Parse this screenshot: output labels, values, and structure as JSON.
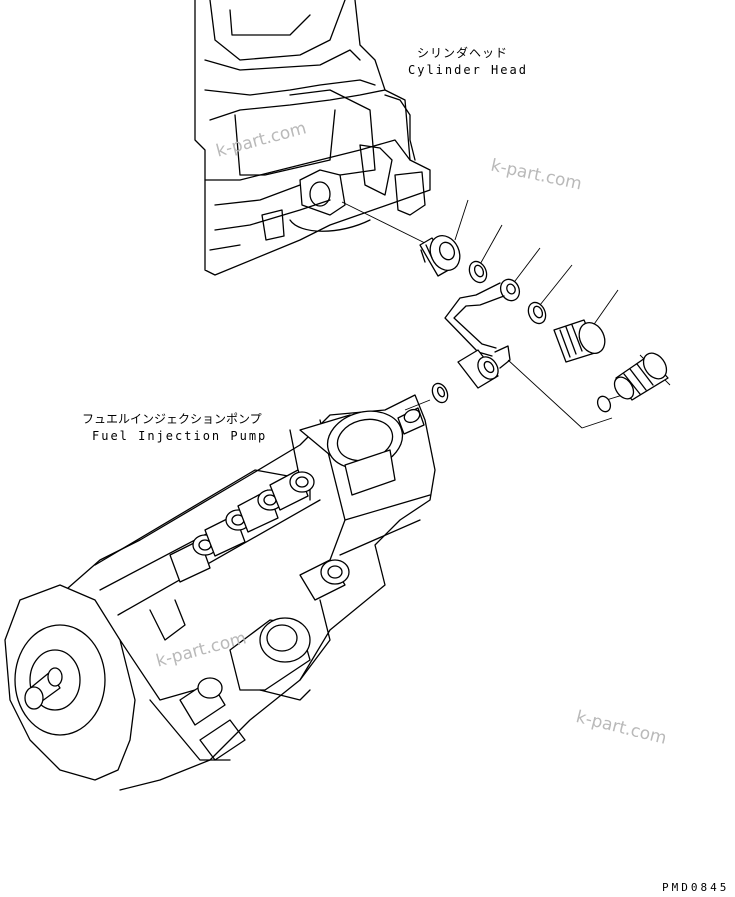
{
  "labels": {
    "cylinder_head_jp": "シリンダヘッド",
    "cylinder_head_en": "Cylinder Head",
    "pump_jp": "フュエルインジェクションポンプ",
    "pump_en": "Fuel Injection Pump"
  },
  "watermark": "k-part.com",
  "drawing_code": "PMD0845"
}
